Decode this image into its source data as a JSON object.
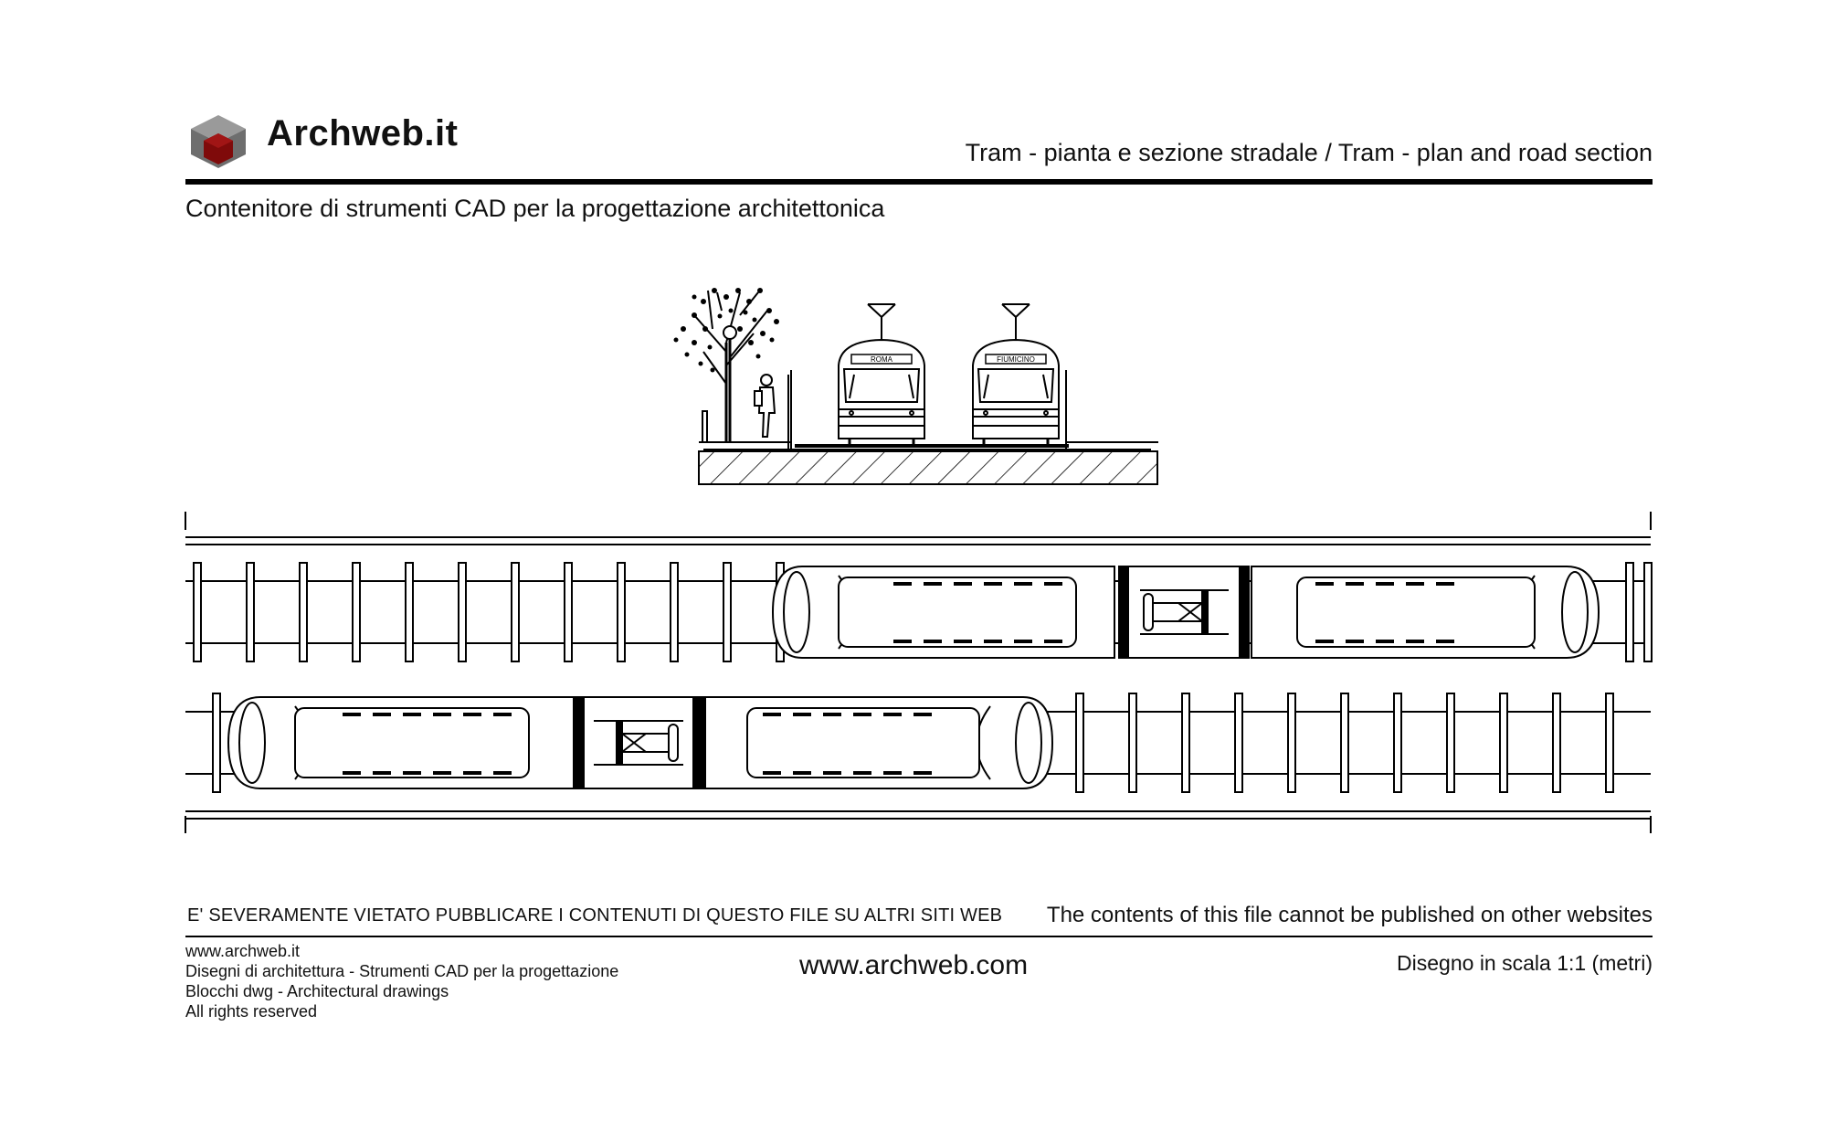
{
  "brand": {
    "name": "Archweb.it",
    "logo_icon": "isometric-cube-icon",
    "colors": {
      "cube_top": "#9a9a9a",
      "cube_left": "#6e6e6e",
      "cube_right": "#7f0a0a"
    }
  },
  "header": {
    "title": "Tram - pianta e sezione stradale  /  Tram - plan and road section",
    "subtitle": "Contenitore di strumenti CAD per la progettazione architettonica"
  },
  "drawing": {
    "tram_sign_left": "ROMA",
    "tram_sign_right": "FIUMICINO"
  },
  "notice": {
    "italian": "E' SEVERAMENTE VIETATO PUBBLICARE I CONTENUTI DI QUESTO FILE SU ALTRI SITI WEB",
    "english": "The contents of this file cannot be published on other websites"
  },
  "footer": {
    "lines": [
      "www.archweb.it",
      "Disegni di architettura - Strumenti CAD  per la progettazione",
      "Blocchi dwg - Architectural drawings",
      "All rights reserved"
    ],
    "url": "www.archweb.com",
    "scale": "Disegno in scala 1:1 (metri)"
  }
}
